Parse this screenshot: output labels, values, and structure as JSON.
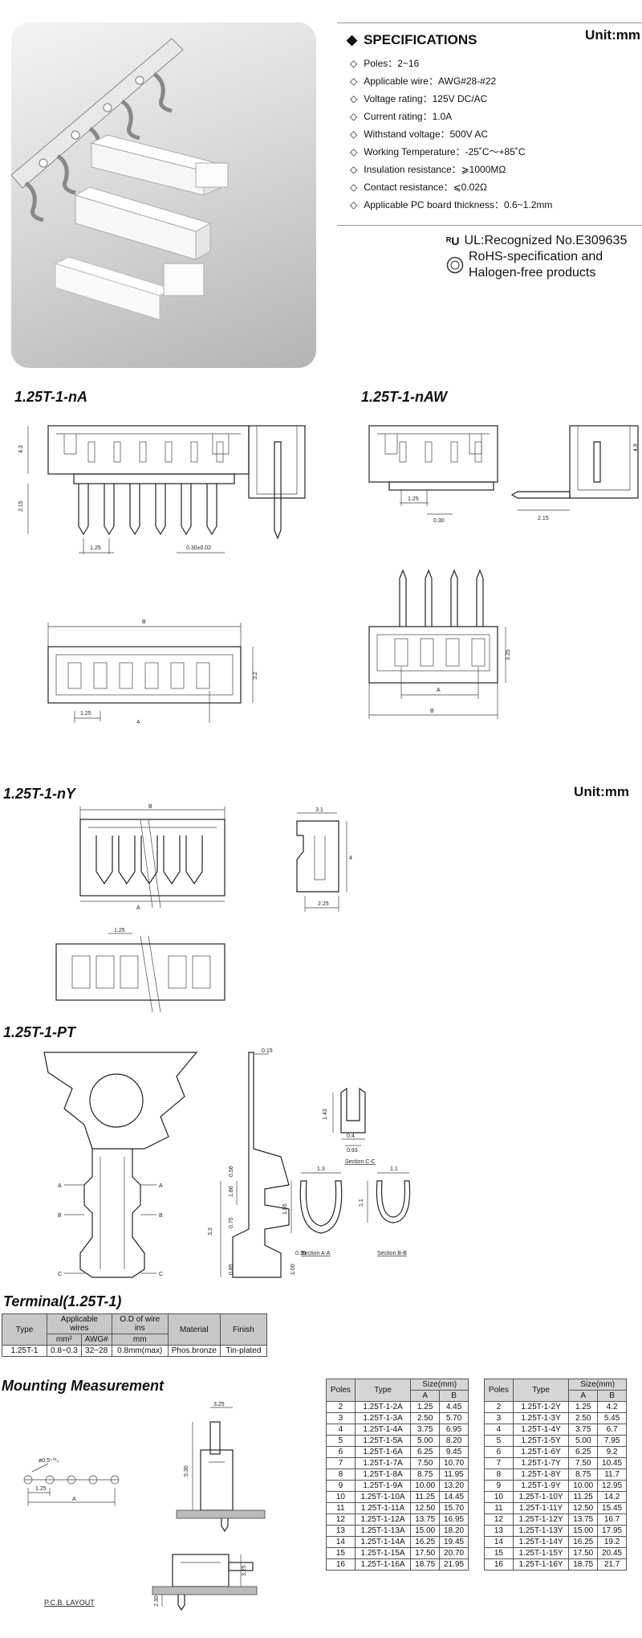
{
  "header": {
    "unit_top": "Unit:mm",
    "specifications_title": "SPECIFICATIONS",
    "specs": [
      "Poles：2~16",
      "Applicable wire：AWG#28-#22",
      "Voltage rating：125V DC/AC",
      "Current rating：1.0A",
      "Withstand voltage：500V AC",
      "Working Temperature：-25˚C～+85˚C",
      "Insulation resistance：⩾1000MΩ",
      "Contact resistance：⩽0.02Ω",
      "Applicable PC board thickness：0.6~1.2mm"
    ],
    "ul_text": "UL:Recognized No.E309635",
    "rohs_line1": "RoHS-specification and",
    "rohs_line2": "Halogen-free products"
  },
  "sections": {
    "na": "1.25T-1-nA",
    "naw": "1.25T-1-nAW",
    "ny": "1.25T-1-nY",
    "pt": "1.25T-1-PT",
    "unit_mid": "Unit:mm",
    "terminal": "Terminal(1.25T-1)",
    "mounting": "Mounting Measurement"
  },
  "drawing_labels": {
    "na": {
      "h1": "4.3",
      "h2": "2.15",
      "pitch": "1.25",
      "pin": "0.30±0.02",
      "B": "B",
      "A": "A",
      "depth": "3.2",
      "pitch2": "1.25"
    },
    "naw": {
      "pitch": "1.25",
      "pin": "0.30",
      "side_h": "4.9",
      "side_l": "2.15",
      "depth": "3.25",
      "A": "A",
      "B": "B"
    },
    "ny": {
      "B": "B",
      "A": "A",
      "w": "3.1",
      "h": "4",
      "d": "2.25",
      "pitch": "1.25"
    },
    "pt": {
      "t": "0.15",
      "a1": "0.56",
      "a2": "1.86",
      "a3": "0.70",
      "a4": "3.3",
      "a5": "0.85",
      "a6": "0.35",
      "a7": "1.00",
      "c1": "1.43",
      "c2": "0.4",
      "c3": "0.93",
      "s1": "1.3",
      "s2": "1.55",
      "s3": "1.1",
      "s4": "1.1",
      "sec_cc": "Section C-C",
      "sec_aa": "Section A-A",
      "sec_bb": "Section B-B",
      "A": "A",
      "B": "B",
      "C": "C"
    },
    "mount": {
      "w": "3.25",
      "h1": "5.30",
      "h2": "3.25",
      "h3": "2.30",
      "hole": "ø0.5⁺⁰¹₀",
      "pitch": "1.25",
      "A": "A",
      "pcb": "P.C.B. LAYOUT"
    }
  },
  "terminal_table": {
    "headers": {
      "type": "Type",
      "applicable_wires": "Applicable wires",
      "od": "O.D of wire ins",
      "material": "Material",
      "finish": "Finish",
      "mm2": "mm²",
      "awg": "AWG#",
      "mm": "mm"
    },
    "row": {
      "type": "1.25T-1",
      "mm2": "0.8~0.3",
      "awg": "32~28",
      "od": "0.8mm(max)",
      "material": "Phos.bronze",
      "finish": "Tin-plated"
    }
  },
  "size_tables": [
    {
      "headers": {
        "poles": "Poles",
        "type": "Type",
        "size": "Size(mm)",
        "a": "A",
        "b": "B"
      },
      "rows": [
        [
          "2",
          "1.25T-1-2A",
          "1.25",
          "4.45"
        ],
        [
          "3",
          "1.25T-1-3A",
          "2.50",
          "5.70"
        ],
        [
          "4",
          "1.25T-1-4A",
          "3.75",
          "6.95"
        ],
        [
          "5",
          "1.25T-1-5A",
          "5.00",
          "8.20"
        ],
        [
          "6",
          "1.25T-1-6A",
          "6.25",
          "9.45"
        ],
        [
          "7",
          "1.25T-1-7A",
          "7.50",
          "10.70"
        ],
        [
          "8",
          "1.25T-1-8A",
          "8.75",
          "11.95"
        ],
        [
          "9",
          "1.25T-1-9A",
          "10.00",
          "13.20"
        ],
        [
          "10",
          "1.25T-1-10A",
          "11.25",
          "14.45"
        ],
        [
          "11",
          "1.25T-1-11A",
          "12.50",
          "15.70"
        ],
        [
          "12",
          "1.25T-1-12A",
          "13.75",
          "16.95"
        ],
        [
          "13",
          "1.25T-1-13A",
          "15.00",
          "18.20"
        ],
        [
          "14",
          "1.25T-1-14A",
          "16.25",
          "19.45"
        ],
        [
          "15",
          "1.25T-1-15A",
          "17.50",
          "20.70"
        ],
        [
          "16",
          "1.25T-1-16A",
          "18.75",
          "21.95"
        ]
      ]
    },
    {
      "headers": {
        "poles": "Poles",
        "type": "Type",
        "size": "Size(mm)",
        "a": "A",
        "b": "B"
      },
      "rows": [
        [
          "2",
          "1.25T-1-2Y",
          "1.25",
          "4.2"
        ],
        [
          "3",
          "1.25T-1-3Y",
          "2.50",
          "5.45"
        ],
        [
          "4",
          "1.25T-1-4Y",
          "3.75",
          "6.7"
        ],
        [
          "5",
          "1.25T-1-5Y",
          "5.00",
          "7.95"
        ],
        [
          "6",
          "1.25T-1-6Y",
          "6.25",
          "9.2"
        ],
        [
          "7",
          "1.25T-1-7Y",
          "7.50",
          "10.45"
        ],
        [
          "8",
          "1.25T-1-8Y",
          "8.75",
          "11.7"
        ],
        [
          "9",
          "1.25T-1-9Y",
          "10.00",
          "12.95"
        ],
        [
          "10",
          "1.25T-1-10Y",
          "11.25",
          "14.2"
        ],
        [
          "11",
          "1.25T-1-11Y",
          "12.50",
          "15.45"
        ],
        [
          "12",
          "1.25T-1-12Y",
          "13.75",
          "16.7"
        ],
        [
          "13",
          "1.25T-1-13Y",
          "15.00",
          "17.95"
        ],
        [
          "14",
          "1.25T-1-14Y",
          "16.25",
          "19.2"
        ],
        [
          "15",
          "1.25T-1-15Y",
          "17.50",
          "20.45"
        ],
        [
          "16",
          "1.25T-1-16Y",
          "18.75",
          "21.7"
        ]
      ]
    }
  ]
}
